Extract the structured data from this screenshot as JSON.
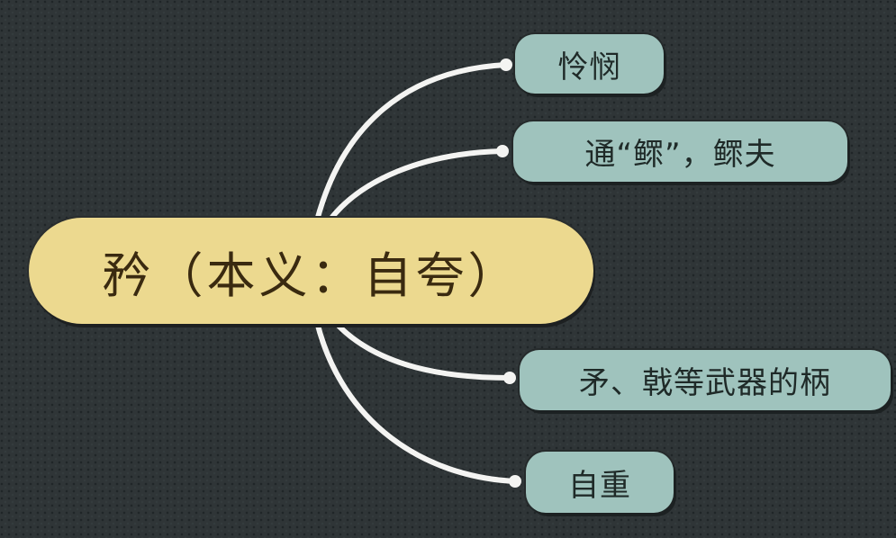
{
  "central": {
    "label": "矜（本义：自夸）",
    "color": "#ecd98f"
  },
  "branches": [
    {
      "label": "怜悯"
    },
    {
      "label": "通“鳏”，鳏夫"
    },
    {
      "label": "矛、戟等武器的柄"
    },
    {
      "label": "自重"
    }
  ],
  "colors": {
    "background": "#2f3537",
    "branch_fill": "#9fc3bd",
    "connector": "#f4f4f2"
  }
}
